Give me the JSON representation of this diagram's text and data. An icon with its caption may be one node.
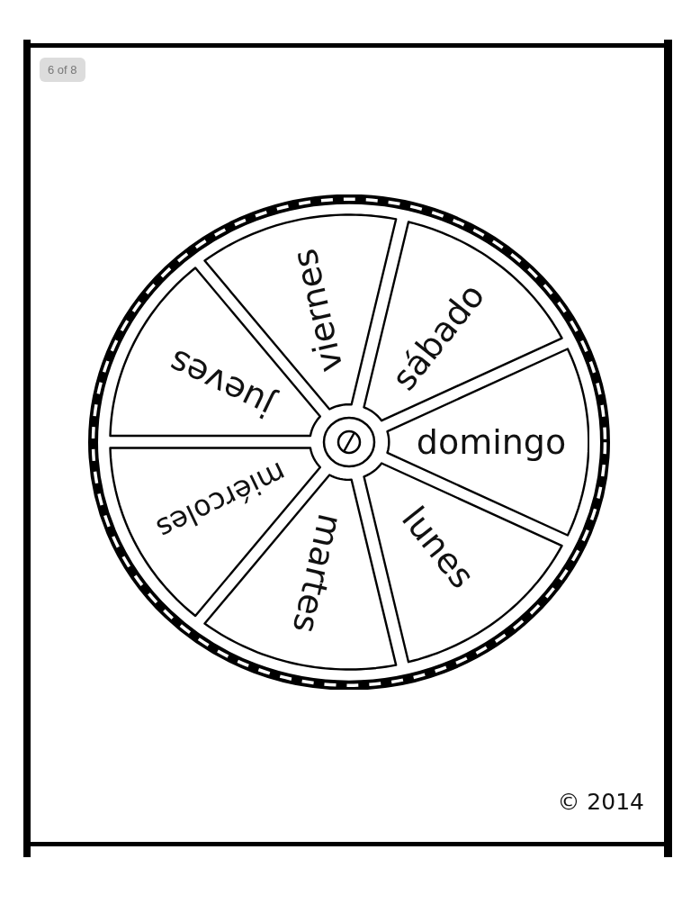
{
  "diagram": {
    "nodes": [
      {
        "text": [],
        "shape": "circle"
      },
      {
        "text": [
          "viernes"
        ],
        "in": 0
      },
      {
        "text": [
          "sábado"
        ],
        "in": 0
      },
      {
        "text": [
          "domingo"
        ],
        "in": 0
      },
      {
        "text": [
          "lunes"
        ],
        "in": 0
      },
      {
        "text": [
          "martes"
        ],
        "in": 0
      },
      {
        "text": [
          "miércoles"
        ],
        "in": 0
      },
      {
        "text": [
          "jueves"
        ],
        "in": 0
      }
    ],
    "labels": [
      "6 of 8",
      "© 2014"
    ]
  }
}
